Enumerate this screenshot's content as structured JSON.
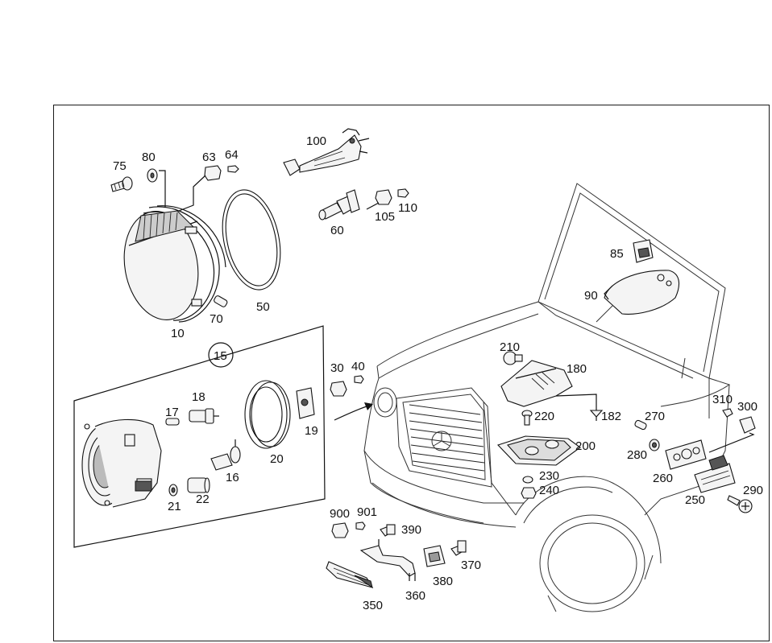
{
  "diagram": {
    "callouts": [
      {
        "id": "75",
        "label": "75"
      },
      {
        "id": "80",
        "label": "80"
      },
      {
        "id": "63",
        "label": "63"
      },
      {
        "id": "64",
        "label": "64"
      },
      {
        "id": "100",
        "label": "100"
      },
      {
        "id": "60",
        "label": "60"
      },
      {
        "id": "105",
        "label": "105"
      },
      {
        "id": "110",
        "label": "110"
      },
      {
        "id": "10",
        "label": "10"
      },
      {
        "id": "70",
        "label": "70"
      },
      {
        "id": "50",
        "label": "50"
      },
      {
        "id": "85",
        "label": "85"
      },
      {
        "id": "90",
        "label": "90"
      },
      {
        "id": "15",
        "label": "15"
      },
      {
        "id": "17",
        "label": "17"
      },
      {
        "id": "18",
        "label": "18"
      },
      {
        "id": "16",
        "label": "16"
      },
      {
        "id": "21",
        "label": "21"
      },
      {
        "id": "22",
        "label": "22"
      },
      {
        "id": "20",
        "label": "20"
      },
      {
        "id": "30",
        "label": "30"
      },
      {
        "id": "40",
        "label": "40"
      },
      {
        "id": "19",
        "label": "19"
      },
      {
        "id": "210",
        "label": "210"
      },
      {
        "id": "180",
        "label": "180"
      },
      {
        "id": "182",
        "label": "182"
      },
      {
        "id": "220",
        "label": "220"
      },
      {
        "id": "200",
        "label": "200"
      },
      {
        "id": "230",
        "label": "230"
      },
      {
        "id": "240",
        "label": "240"
      },
      {
        "id": "270",
        "label": "270"
      },
      {
        "id": "280",
        "label": "280"
      },
      {
        "id": "260",
        "label": "260"
      },
      {
        "id": "310",
        "label": "310"
      },
      {
        "id": "300",
        "label": "300"
      },
      {
        "id": "250",
        "label": "250"
      },
      {
        "id": "290",
        "label": "290"
      },
      {
        "id": "900",
        "label": "900"
      },
      {
        "id": "901",
        "label": "901"
      },
      {
        "id": "390",
        "label": "390"
      },
      {
        "id": "370",
        "label": "370"
      },
      {
        "id": "380",
        "label": "380"
      },
      {
        "id": "360",
        "label": "360"
      },
      {
        "id": "350",
        "label": "350"
      }
    ]
  }
}
